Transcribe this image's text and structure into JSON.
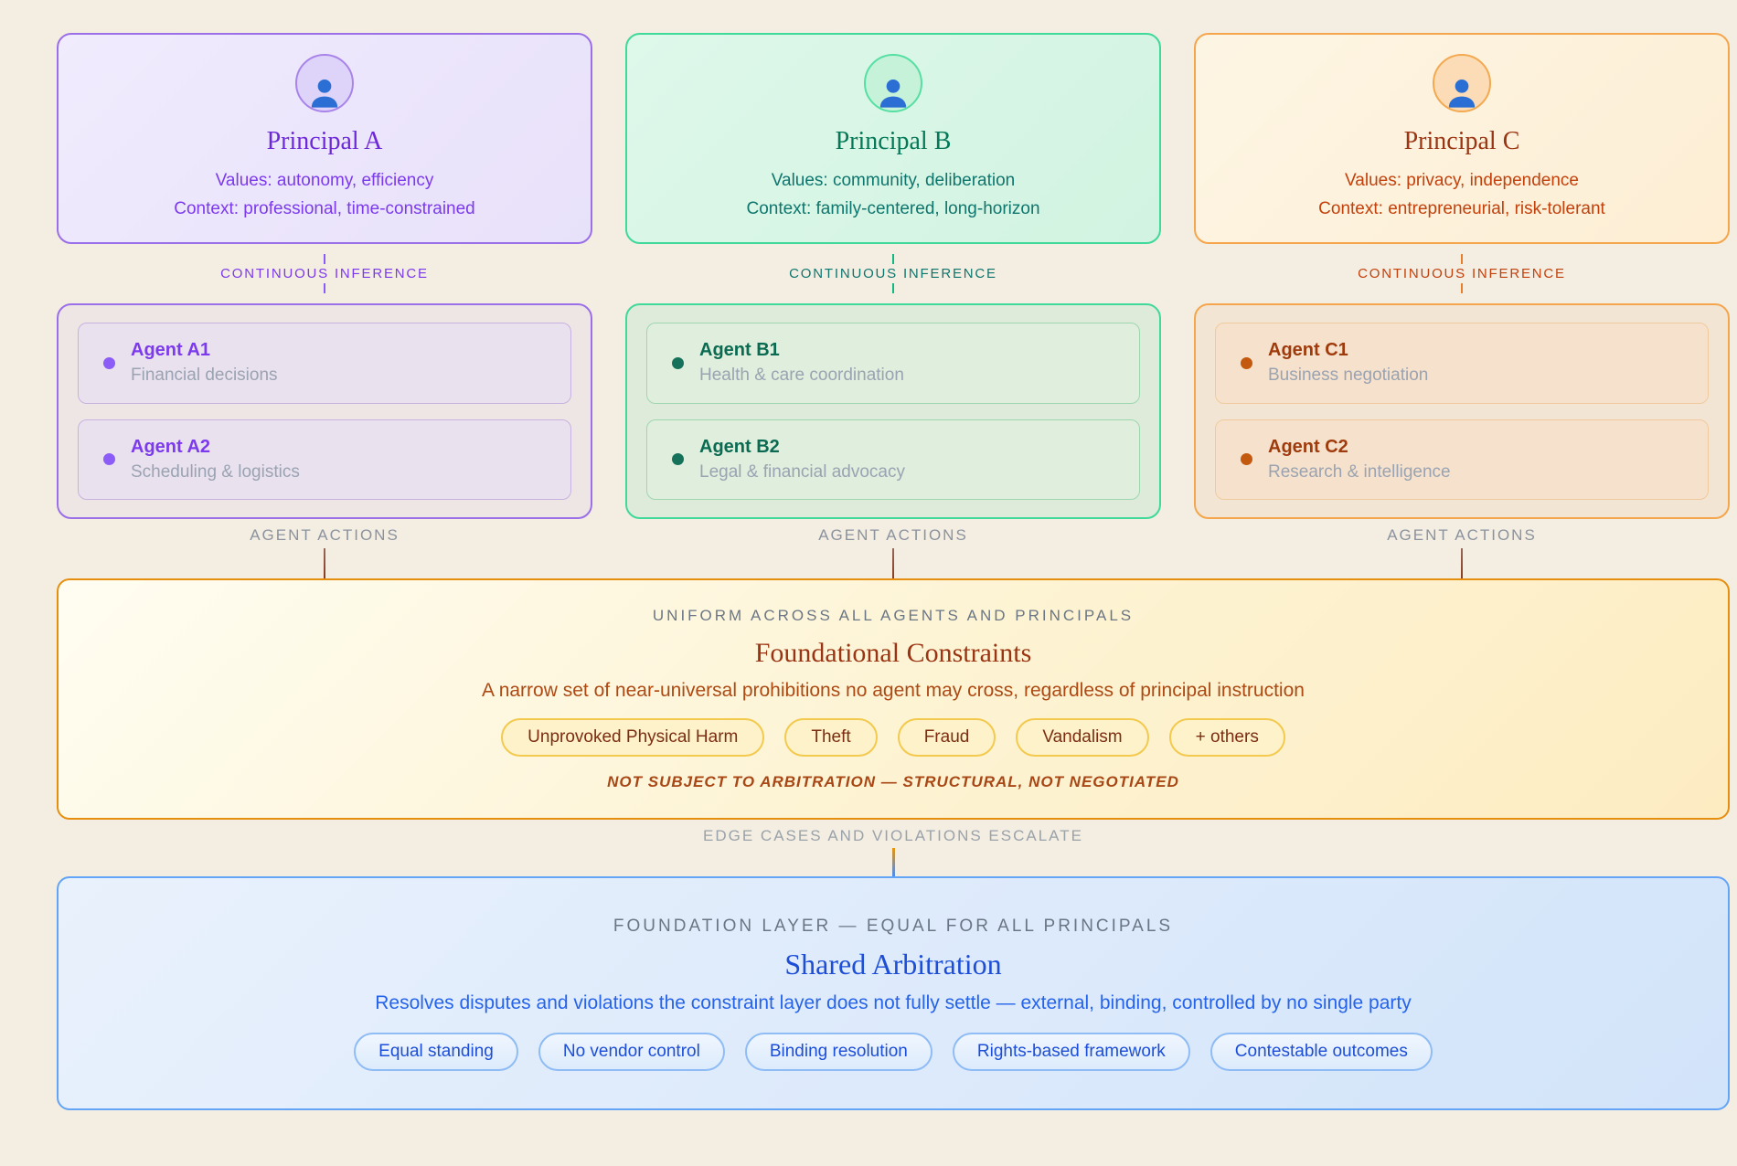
{
  "colors": {
    "page_background": "#f3ede2",
    "purple_accent": "#7c3aed",
    "green_accent": "#047857",
    "orange_accent": "#c2410c",
    "constraints_border": "#e68f0e",
    "arbitration_border": "#63a4f6",
    "arbitration_title": "#1d4ed8",
    "person_icon": "#2b6fd4"
  },
  "columns": [
    {
      "principal": {
        "name": "Principal A",
        "values": "Values: autonomy, efficiency",
        "context": "Context: professional, time-constrained"
      },
      "inference_label": "CONTINUOUS INFERENCE",
      "agents": [
        {
          "title": "Agent A1",
          "desc": "Financial decisions"
        },
        {
          "title": "Agent A2",
          "desc": "Scheduling & logistics"
        }
      ],
      "actions_label": "AGENT ACTIONS"
    },
    {
      "principal": {
        "name": "Principal B",
        "values": "Values: community, deliberation",
        "context": "Context: family-centered, long-horizon"
      },
      "inference_label": "CONTINUOUS INFERENCE",
      "agents": [
        {
          "title": "Agent B1",
          "desc": "Health & care coordination"
        },
        {
          "title": "Agent B2",
          "desc": "Legal & financial advocacy"
        }
      ],
      "actions_label": "AGENT ACTIONS"
    },
    {
      "principal": {
        "name": "Principal C",
        "values": "Values: privacy, independence",
        "context": "Context: entrepreneurial, risk-tolerant"
      },
      "inference_label": "CONTINUOUS INFERENCE",
      "agents": [
        {
          "title": "Agent C1",
          "desc": "Business negotiation"
        },
        {
          "title": "Agent C2",
          "desc": "Research & intelligence"
        }
      ],
      "actions_label": "AGENT ACTIONS"
    }
  ],
  "constraints": {
    "kicker": "UNIFORM ACROSS ALL AGENTS AND PRINCIPALS",
    "title": "Foundational Constraints",
    "description": "A narrow set of near-universal prohibitions no agent may cross, regardless of principal instruction",
    "pills": [
      "Unprovoked Physical Harm",
      "Theft",
      "Fraud",
      "Vandalism",
      "+ others"
    ],
    "note": "NOT SUBJECT TO ARBITRATION — STRUCTURAL, NOT NEGOTIATED"
  },
  "escalation_label": "EDGE CASES AND VIOLATIONS ESCALATE",
  "arbitration": {
    "kicker": "FOUNDATION LAYER — EQUAL FOR ALL PRINCIPALS",
    "title": "Shared Arbitration",
    "description": "Resolves disputes and violations the constraint layer does not fully settle — external, binding, controlled by no single party",
    "pills": [
      "Equal standing",
      "No vendor control",
      "Binding resolution",
      "Rights-based framework",
      "Contestable outcomes"
    ]
  }
}
